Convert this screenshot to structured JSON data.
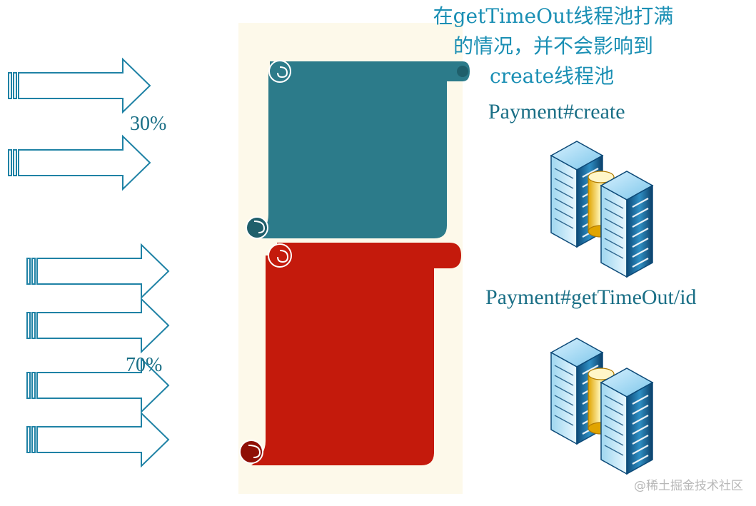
{
  "diagram": {
    "note": {
      "line1": "在getTimeOut线程池打满",
      "line2": "的情况，并不会影响到",
      "line3": "create线程池"
    },
    "traffic": {
      "top_percent": "30%",
      "bottom_percent": "70%"
    },
    "services": {
      "create": "Payment#create",
      "get_timeout": "Payment#getTimeOut/id"
    },
    "colors": {
      "create_pool": "#2c7b8a",
      "timeout_pool": "#c41a0c",
      "background_panel": "#fdf9ea",
      "arrow_stroke": "#1f82a5",
      "label_text": "#1a6f86"
    },
    "watermark": "@稀土掘金技术社区"
  }
}
